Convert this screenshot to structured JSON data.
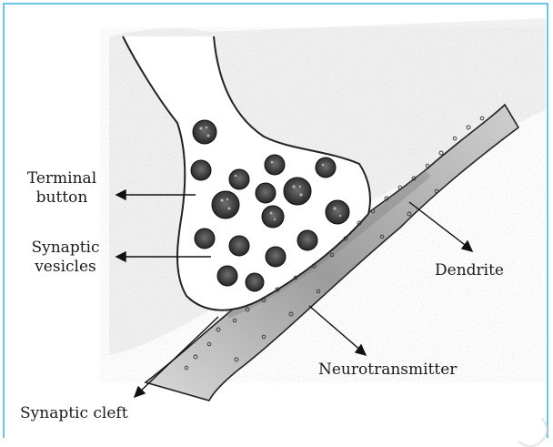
{
  "labels": {
    "terminal_button": [
      "Terminal",
      "button"
    ],
    "synaptic_vesicles": [
      "Synaptic",
      "vesicles"
    ],
    "dendrite": "Dendrite",
    "neurotransmitter": "Neurotransmitter",
    "synaptic_cleft": "Synaptic cleft"
  },
  "colors": {
    "frame": "#6ec3e6",
    "ink": "#1a1a1a",
    "shade": "#a9a9a9"
  }
}
